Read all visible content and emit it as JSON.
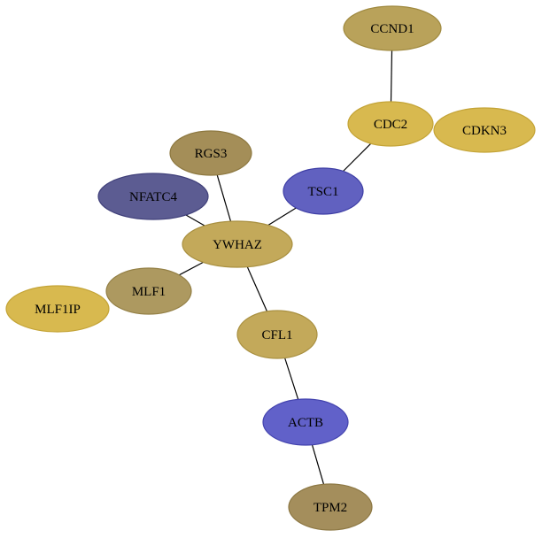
{
  "graph": {
    "nodes": [
      {
        "id": "CCND1",
        "label": "CCND1",
        "fill": "#b9a25a",
        "stroke": "#a08a40"
      },
      {
        "id": "CDC2",
        "label": "CDC2",
        "fill": "#d8b94f",
        "stroke": "#c4a437"
      },
      {
        "id": "CDKN3",
        "label": "CDKN3",
        "fill": "#d8b94f",
        "stroke": "#c4a437"
      },
      {
        "id": "RGS3",
        "label": "RGS3",
        "fill": "#a48e58",
        "stroke": "#8d7840"
      },
      {
        "id": "TSC1",
        "label": "TSC1",
        "fill": "#6161c0",
        "stroke": "#3e3ea5"
      },
      {
        "id": "NFATC4",
        "label": "NFATC4",
        "fill": "#5c5c92",
        "stroke": "#40407a"
      },
      {
        "id": "YWHAZ",
        "label": "YWHAZ",
        "fill": "#c3a95a",
        "stroke": "#a99040"
      },
      {
        "id": "MLF1",
        "label": "MLF1",
        "fill": "#ad9960",
        "stroke": "#948046"
      },
      {
        "id": "MLF1IP",
        "label": "MLF1IP",
        "fill": "#d8b94f",
        "stroke": "#c4a437"
      },
      {
        "id": "CFL1",
        "label": "CFL1",
        "fill": "#c3a95a",
        "stroke": "#a99040"
      },
      {
        "id": "ACTB",
        "label": "ACTB",
        "fill": "#6161c9",
        "stroke": "#4343ae"
      },
      {
        "id": "TPM2",
        "label": "TPM2",
        "fill": "#a48e5c",
        "stroke": "#8d7844"
      }
    ],
    "edges": [
      {
        "source": "CCND1",
        "target": "CDC2"
      },
      {
        "source": "CDC2",
        "target": "TSC1"
      },
      {
        "source": "TSC1",
        "target": "YWHAZ"
      },
      {
        "source": "RGS3",
        "target": "YWHAZ"
      },
      {
        "source": "NFATC4",
        "target": "YWHAZ"
      },
      {
        "source": "MLF1",
        "target": "YWHAZ"
      },
      {
        "source": "YWHAZ",
        "target": "CFL1"
      },
      {
        "source": "CFL1",
        "target": "ACTB"
      },
      {
        "source": "ACTB",
        "target": "TPM2"
      }
    ]
  }
}
